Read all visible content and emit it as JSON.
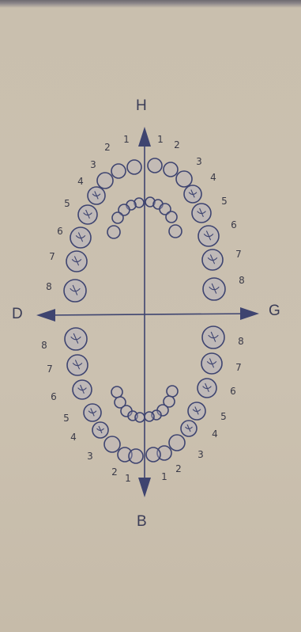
{
  "axes": {
    "top": "H",
    "bottom": "B",
    "left": "D",
    "right": "G"
  },
  "arch_numbers": {
    "upper_left": [
      "1",
      "2",
      "3",
      "4",
      "5",
      "6",
      "7",
      "8"
    ],
    "upper_right": [
      "1",
      "2",
      "3",
      "4",
      "5",
      "6",
      "7",
      "8"
    ],
    "lower_left": [
      "8",
      "7",
      "6",
      "5",
      "4",
      "3",
      "2",
      "1"
    ],
    "lower_right": [
      "8",
      "7",
      "6",
      "5",
      "4",
      "3",
      "2",
      "1"
    ]
  },
  "colors": {
    "ink": "#3e4470",
    "tooth_fill": "#b7b2c0",
    "paper": "#cbc1b0"
  }
}
